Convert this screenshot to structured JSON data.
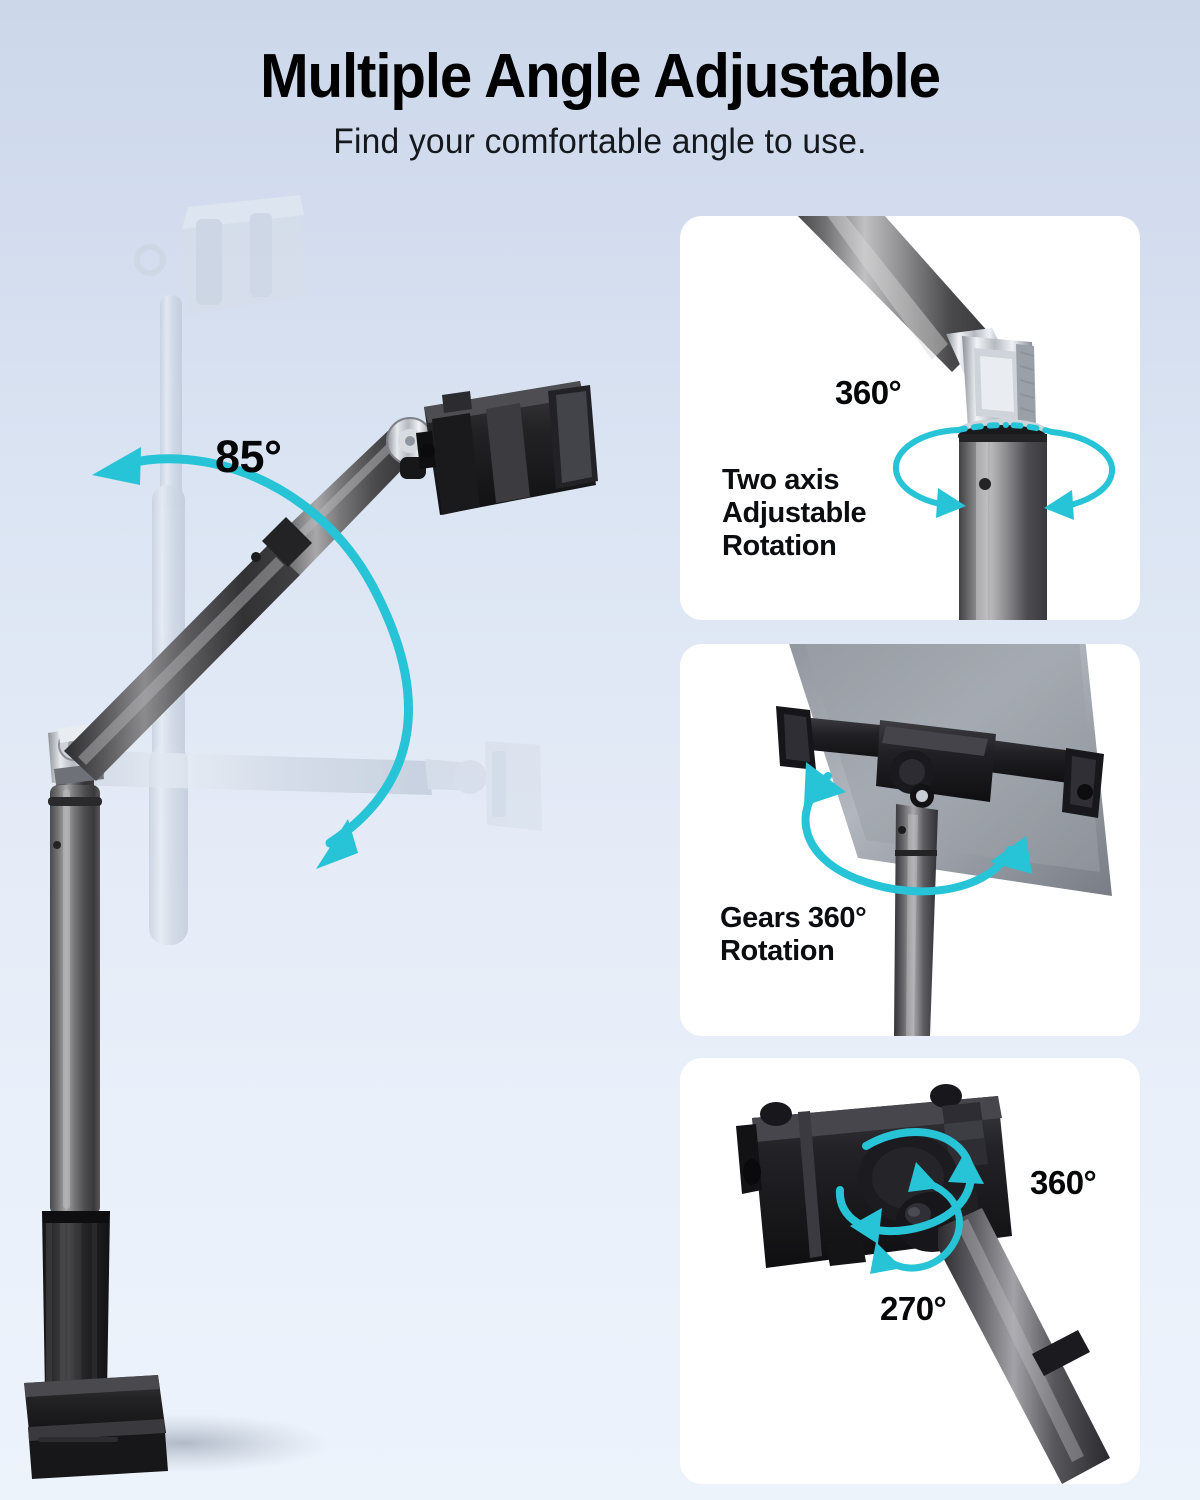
{
  "header": {
    "title": "Multiple Angle Adjustable",
    "subtitle": "Find your comfortable angle to use."
  },
  "theme": {
    "background_top": "#ccd8ea",
    "background_bottom": "#edf3fb",
    "card_background": "#ffffff",
    "accent_arrow": "#27c3d6",
    "text_color": "#000000",
    "metal_dark": "#3a3a3c",
    "metal_light": "#9a9a9c",
    "plastic_black": "#1b1b1d",
    "ghost_color": "#c9d3e2"
  },
  "hero": {
    "name": "multiple-angle-hero-illustration",
    "angle_label": "85°",
    "description": "Tablet stand with clamp base, telescoping pole and pivoting arm shown at three positions"
  },
  "panels": [
    {
      "id": "two-axis-rotation",
      "degree_label": "360°",
      "caption": "Two axis\nAdjustable\nRotation"
    },
    {
      "id": "gears-rotation",
      "caption": "Gears 360°\nRotation"
    },
    {
      "id": "head-rotation",
      "degree_primary": "360°",
      "degree_secondary": "270°"
    }
  ]
}
